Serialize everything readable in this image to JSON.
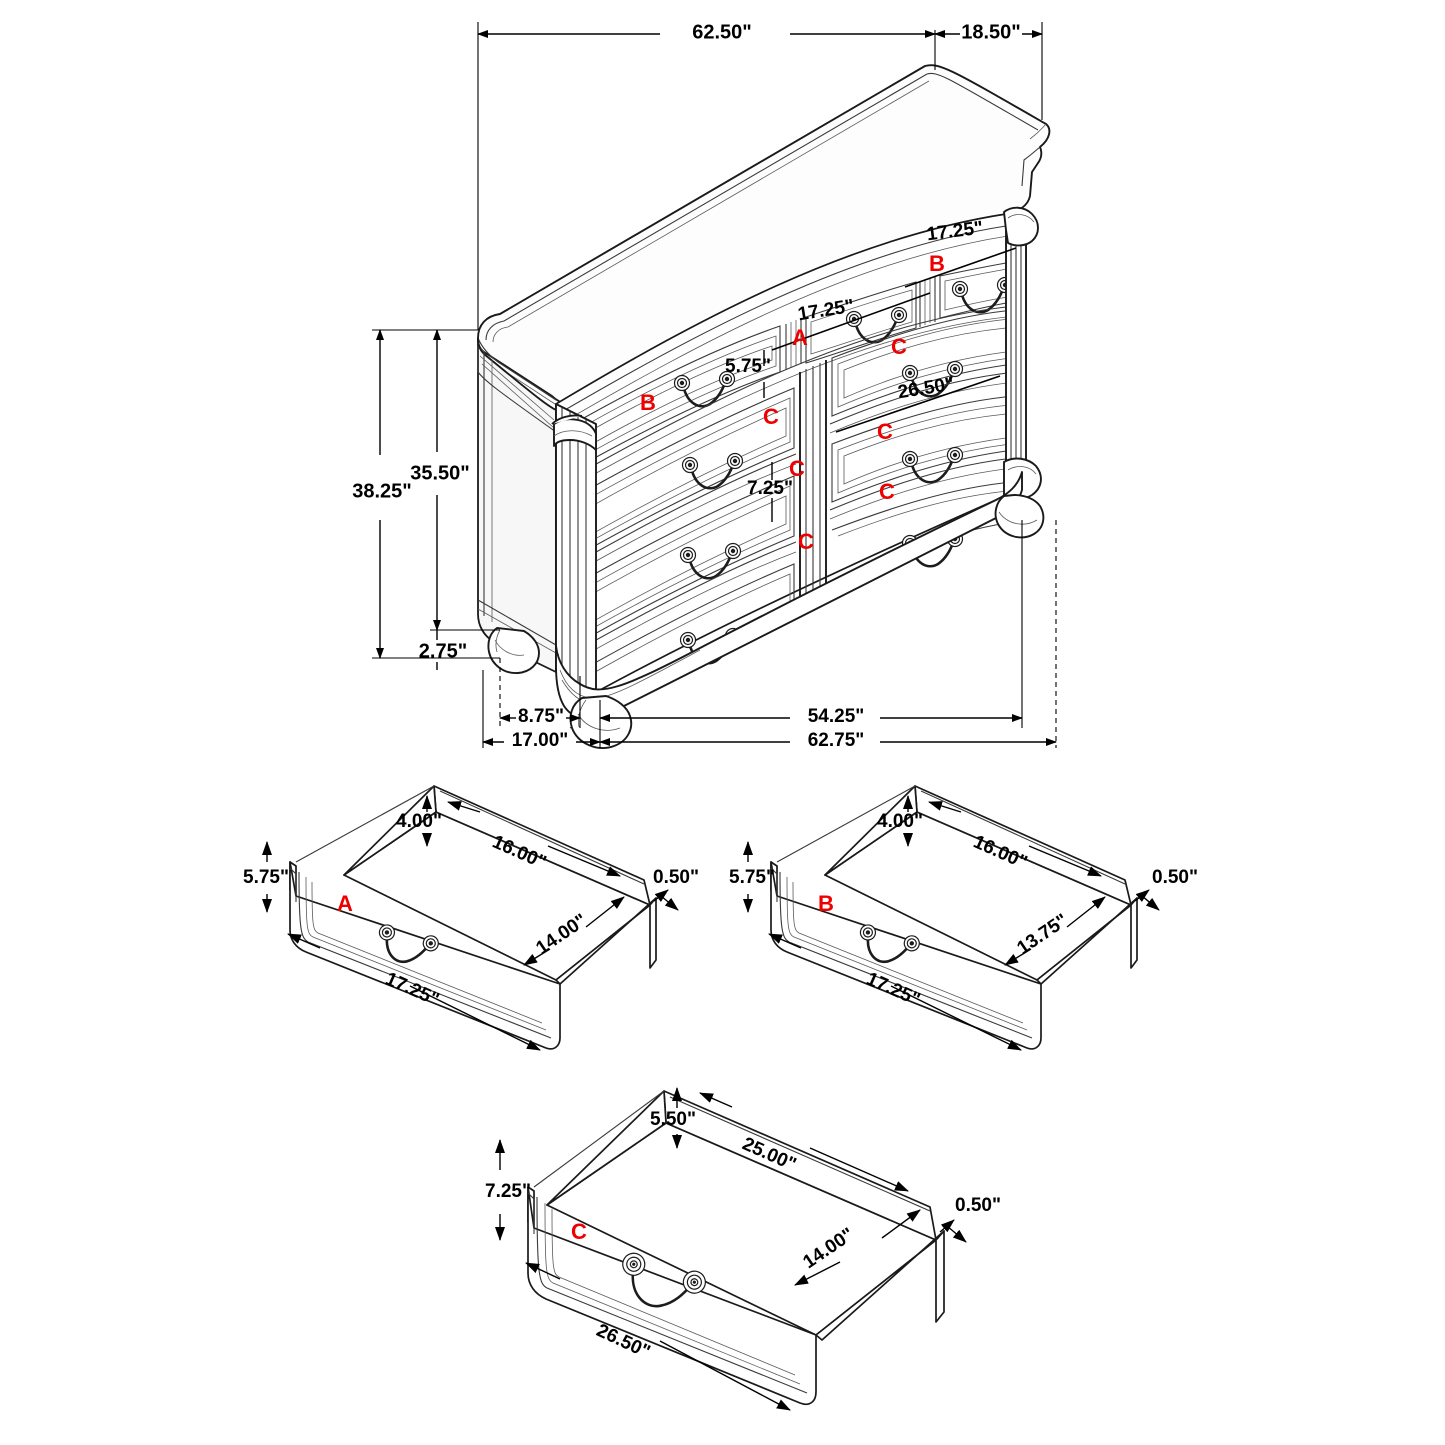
{
  "diagram": {
    "title": "Dresser dimension diagram",
    "accent_label_color": "#ee0000",
    "line_color": "#000000",
    "background": "#ffffff",
    "unit": "inches"
  },
  "main_view": {
    "name": "dresser-isometric-view",
    "drawer_count": 7,
    "drawer_labels": {
      "top_left": "B",
      "top_center": "A",
      "top_right": "B",
      "left_mid": "C",
      "left_low": "C",
      "left_bottom": "C",
      "right_mid": "C",
      "right_low": "C",
      "right_bottom": "C"
    },
    "dimensions": {
      "overall_width": "62.50\"",
      "overall_depth": "18.50\"",
      "overall_height": "38.25\"",
      "case_height": "35.50\"",
      "foot_height": "2.75\"",
      "foot_offset": "8.75\"",
      "side_base": "17.00\"",
      "front_base": "54.25\"",
      "base_total": "62.75\"",
      "drawer_a_width": "17.25\"",
      "drawer_b_width": "17.25\"",
      "drawer_a_height": "5.75\"",
      "drawer_c_width": "26.50\"",
      "drawer_c_height": "7.25\""
    }
  },
  "detail_views": [
    {
      "name": "drawer-detail-a",
      "label": "A",
      "front_height": "5.75\"",
      "side_height": "4.00\"",
      "inside_length": "16.00\"",
      "inside_depth": "14.00\"",
      "thickness": "0.50\"",
      "front_width": "17.25\""
    },
    {
      "name": "drawer-detail-b",
      "label": "B",
      "front_height": "5.75\"",
      "side_height": "4.00\"",
      "inside_length": "16.00\"",
      "inside_depth": "13.75\"",
      "thickness": "0.50\"",
      "front_width": "17.25\""
    },
    {
      "name": "drawer-detail-c",
      "label": "C",
      "front_height": "7.25\"",
      "side_height": "5.50\"",
      "inside_length": "25.00\"",
      "inside_depth": "14.00\"",
      "thickness": "0.50\"",
      "front_width": "26.50\""
    }
  ]
}
